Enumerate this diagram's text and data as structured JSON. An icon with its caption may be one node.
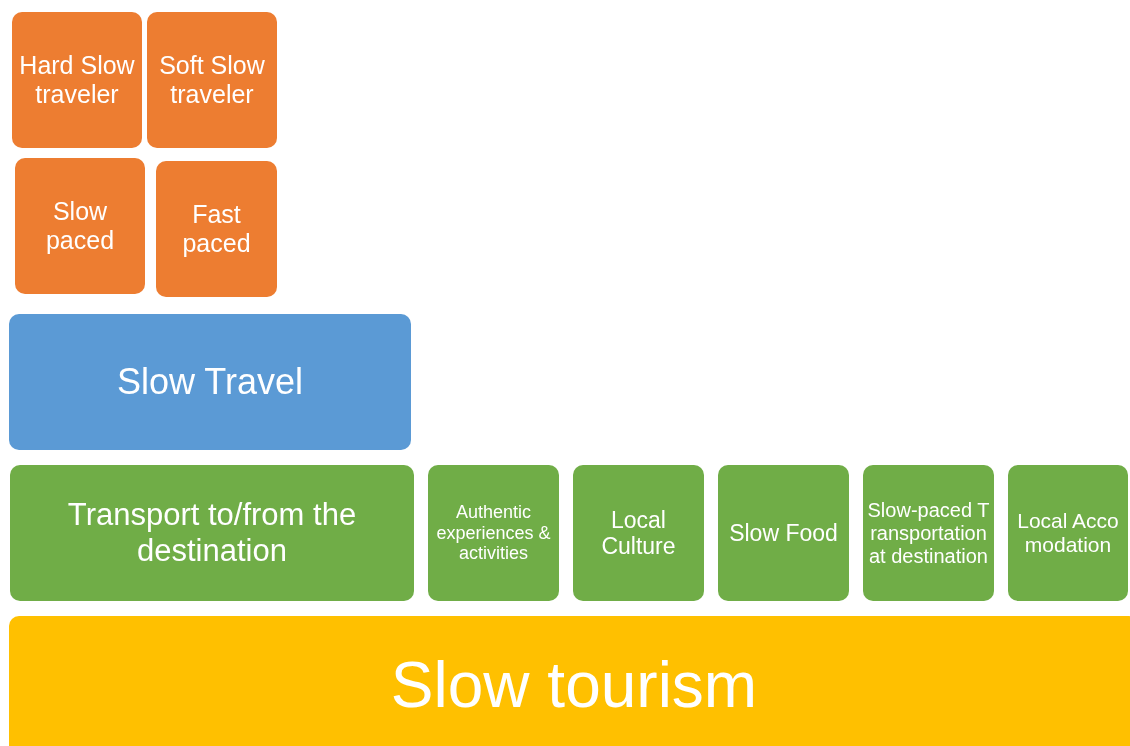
{
  "diagram": {
    "nodes": [
      {
        "text": [
          "Hard Slow traveler"
        ]
      },
      {
        "text": [
          "Soft Slow traveler"
        ]
      },
      {
        "text": [
          "Slow paced"
        ]
      },
      {
        "text": [
          "Fast paced"
        ]
      },
      {
        "text": [
          "Slow Travel"
        ]
      },
      {
        "text": [
          "Transport to/from the destination"
        ]
      },
      {
        "text": [
          "Authentic experiences & activities"
        ]
      },
      {
        "text": [
          "Local Culture"
        ]
      },
      {
        "text": [
          "Slow Food"
        ]
      },
      {
        "text": [
          "Slow-paced Transportation at destination"
        ]
      },
      {
        "text": [
          "Local Accomodation"
        ]
      },
      {
        "text": [
          "Slow tourism"
        ]
      }
    ]
  }
}
